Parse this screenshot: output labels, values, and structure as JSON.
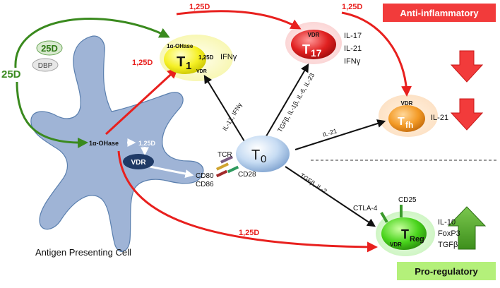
{
  "banners": {
    "anti_inflammatory": "Anti-inflammatory",
    "pro_regulatory": "Pro-regulatory"
  },
  "vitamin": {
    "d25_main": "25D",
    "d25_bubble": "25D",
    "dbp": "DBP",
    "d125_label": "1,25D"
  },
  "apc": {
    "name": "Antigen Presenting Cell",
    "enzyme": "1α-OHase",
    "product": "1,25D",
    "receptor": "VDR",
    "costim_1": "CD80",
    "costim_2": "CD86"
  },
  "th1": {
    "sub": "1",
    "enzyme": "1α-OHase",
    "product": "1,25D",
    "receptor": "VDR",
    "cytokine": "IFNγ"
  },
  "th17": {
    "sub": "17",
    "receptor": "VDR",
    "cytokines": [
      "IL-17",
      "IL-21",
      "IFNγ"
    ]
  },
  "tfh": {
    "sub": "fh",
    "receptor": "VDR",
    "cytokine": "IL-21"
  },
  "th0": {
    "sub": "0",
    "tcr": "TCR",
    "cd28": "CD28"
  },
  "treg": {
    "sub": "Reg",
    "receptor": "VDR",
    "ctla4": "CTLA-4",
    "cd25": "CD25",
    "cytokines": [
      "IL-10",
      "FoxP3",
      "TGFβ"
    ]
  },
  "signals": {
    "to_th1": "IL-12, IFNγ",
    "to_th17": "TGFβ, IL-1β, IL-6, IL-23",
    "to_tfh": "IL-21",
    "to_treg": "TGFβ, IL-2"
  },
  "colors": {
    "red_arrow": "#e8201e",
    "green_arrow": "#3a8a1e",
    "apc_fill": "#9fb4d6",
    "banner_red": "#f23b3b",
    "banner_green": "#b4f07a"
  }
}
